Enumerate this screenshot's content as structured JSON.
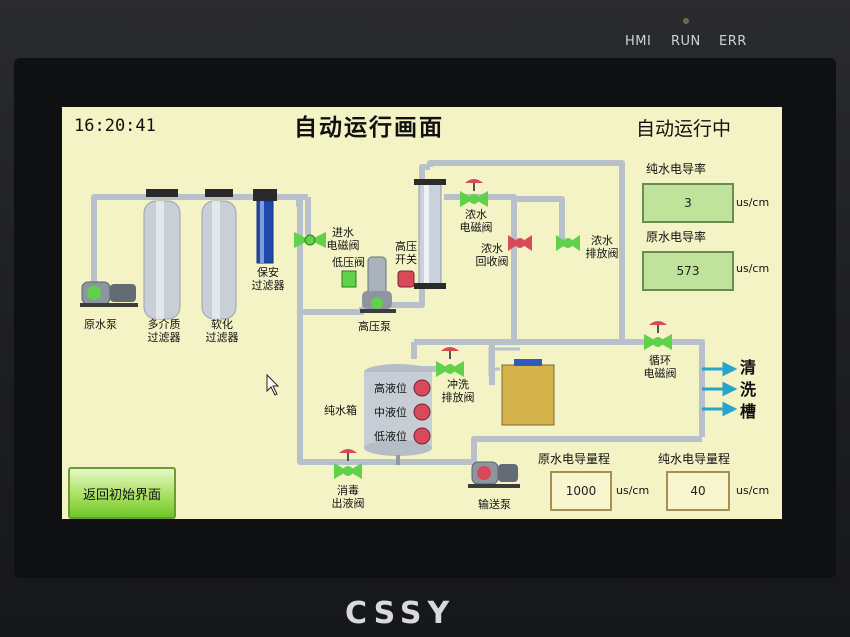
{
  "device": {
    "indicators": {
      "hmi": "HMI",
      "run": "RUN",
      "err": "ERR"
    },
    "brand": "CSSY"
  },
  "screen": {
    "clock": "16:20:41",
    "title": "自动运行画面",
    "status": "自动运行中"
  },
  "labels": {
    "raw_pump": "原水泵",
    "multimedia_filter": [
      "多介质",
      "过滤器"
    ],
    "softener": [
      "软化",
      "过滤器"
    ],
    "security_filter": [
      "保安",
      "过滤器"
    ],
    "inlet_valve": [
      "进水",
      "电磁阀"
    ],
    "low_pressure": "低压阀",
    "high_pressure_switch": [
      "高压",
      "开关"
    ],
    "high_pressure_pump": "高压泵",
    "concentrate_valve": [
      "浓水",
      "电磁阀"
    ],
    "concentrate_return": [
      "浓水",
      "回收阀"
    ],
    "concentrate_drain": [
      "浓水",
      "排放阀"
    ],
    "flush_drain": [
      "冲洗",
      "排放阀"
    ],
    "pure_tank": "纯水箱",
    "level_high": "高液位",
    "level_mid": "中液位",
    "level_low": "低液位",
    "disinfect_valve": [
      "消毒",
      "出液阀"
    ],
    "transfer_pump": "输送泵",
    "circulation_valve": [
      "循环",
      "电磁阀"
    ],
    "clean_tank": [
      "清",
      "洗",
      "槽"
    ]
  },
  "readings": {
    "pure_conductivity": {
      "label": "纯水电导率",
      "value": "3",
      "unit": "us/cm"
    },
    "raw_conductivity": {
      "label": "原水电导率",
      "value": "573",
      "unit": "us/cm"
    },
    "raw_range": {
      "label": "原水电导量程",
      "value": "1000",
      "unit": "us/cm"
    },
    "pure_range": {
      "label": "纯水电导量程",
      "value": "40",
      "unit": "us/cm"
    }
  },
  "buttons": {
    "back": "返回初始界面"
  },
  "colors": {
    "screen_bg": "#f3f3c6",
    "pipe": "#b9c3cd",
    "valve_on": "#5fd14a",
    "valve_off": "#d84a5a",
    "button_green": "#6ec72a"
  }
}
